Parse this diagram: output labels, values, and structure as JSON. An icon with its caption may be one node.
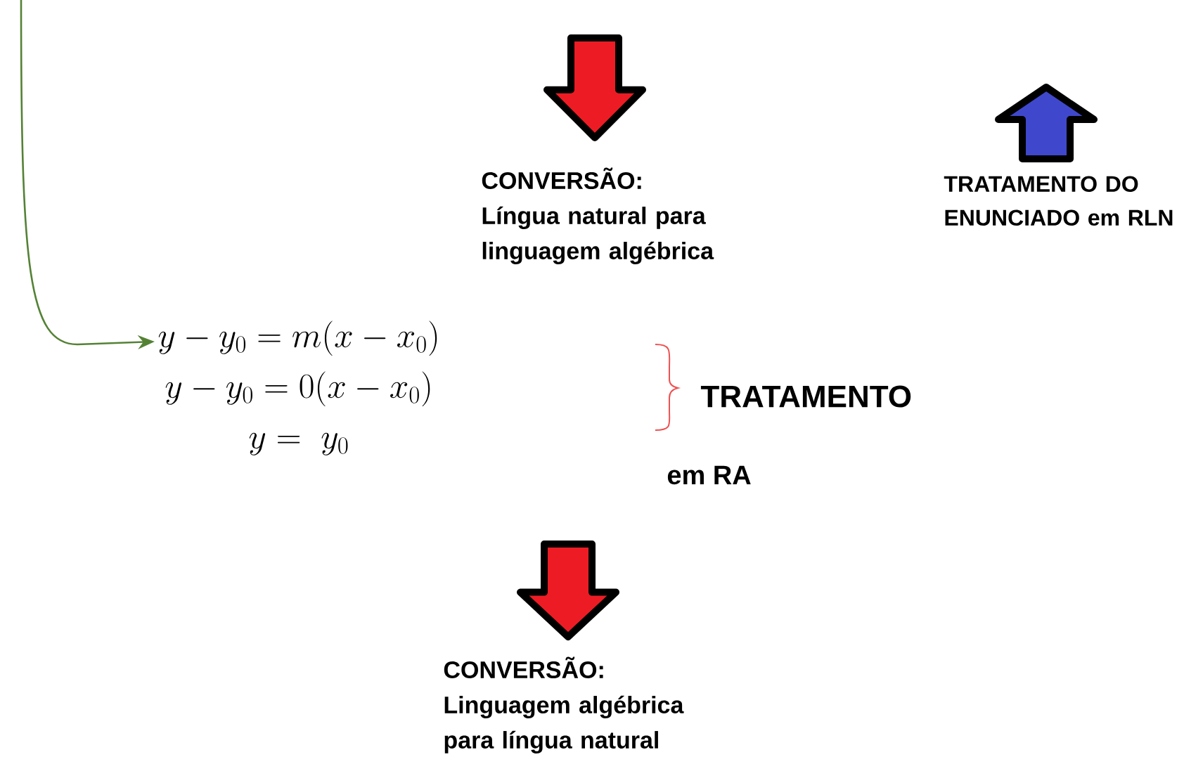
{
  "diagram": {
    "nodes": [
      {
        "text": [
          "CONVERSÃO:",
          "Língua natural para linguagem algébrica"
        ]
      },
      {
        "text": [
          "TRATAMENTO DO ENUNCIADO em RLN"
        ]
      },
      {
        "text": [
          "y - y_0 = m(x - x_0)",
          "y - y_0 = 0(x - x_0)",
          "y = \\; y_0"
        ]
      },
      {
        "text": [
          "CONVERSÃO:",
          "Linguagem algébrica para língua natural"
        ]
      }
    ],
    "edges": [
      {
        "from": null,
        "to": 2,
        "arrow": "to",
        "color": "#548235"
      }
    ],
    "labels": [
      "TRATAMENTO",
      "em RA"
    ]
  }
}
